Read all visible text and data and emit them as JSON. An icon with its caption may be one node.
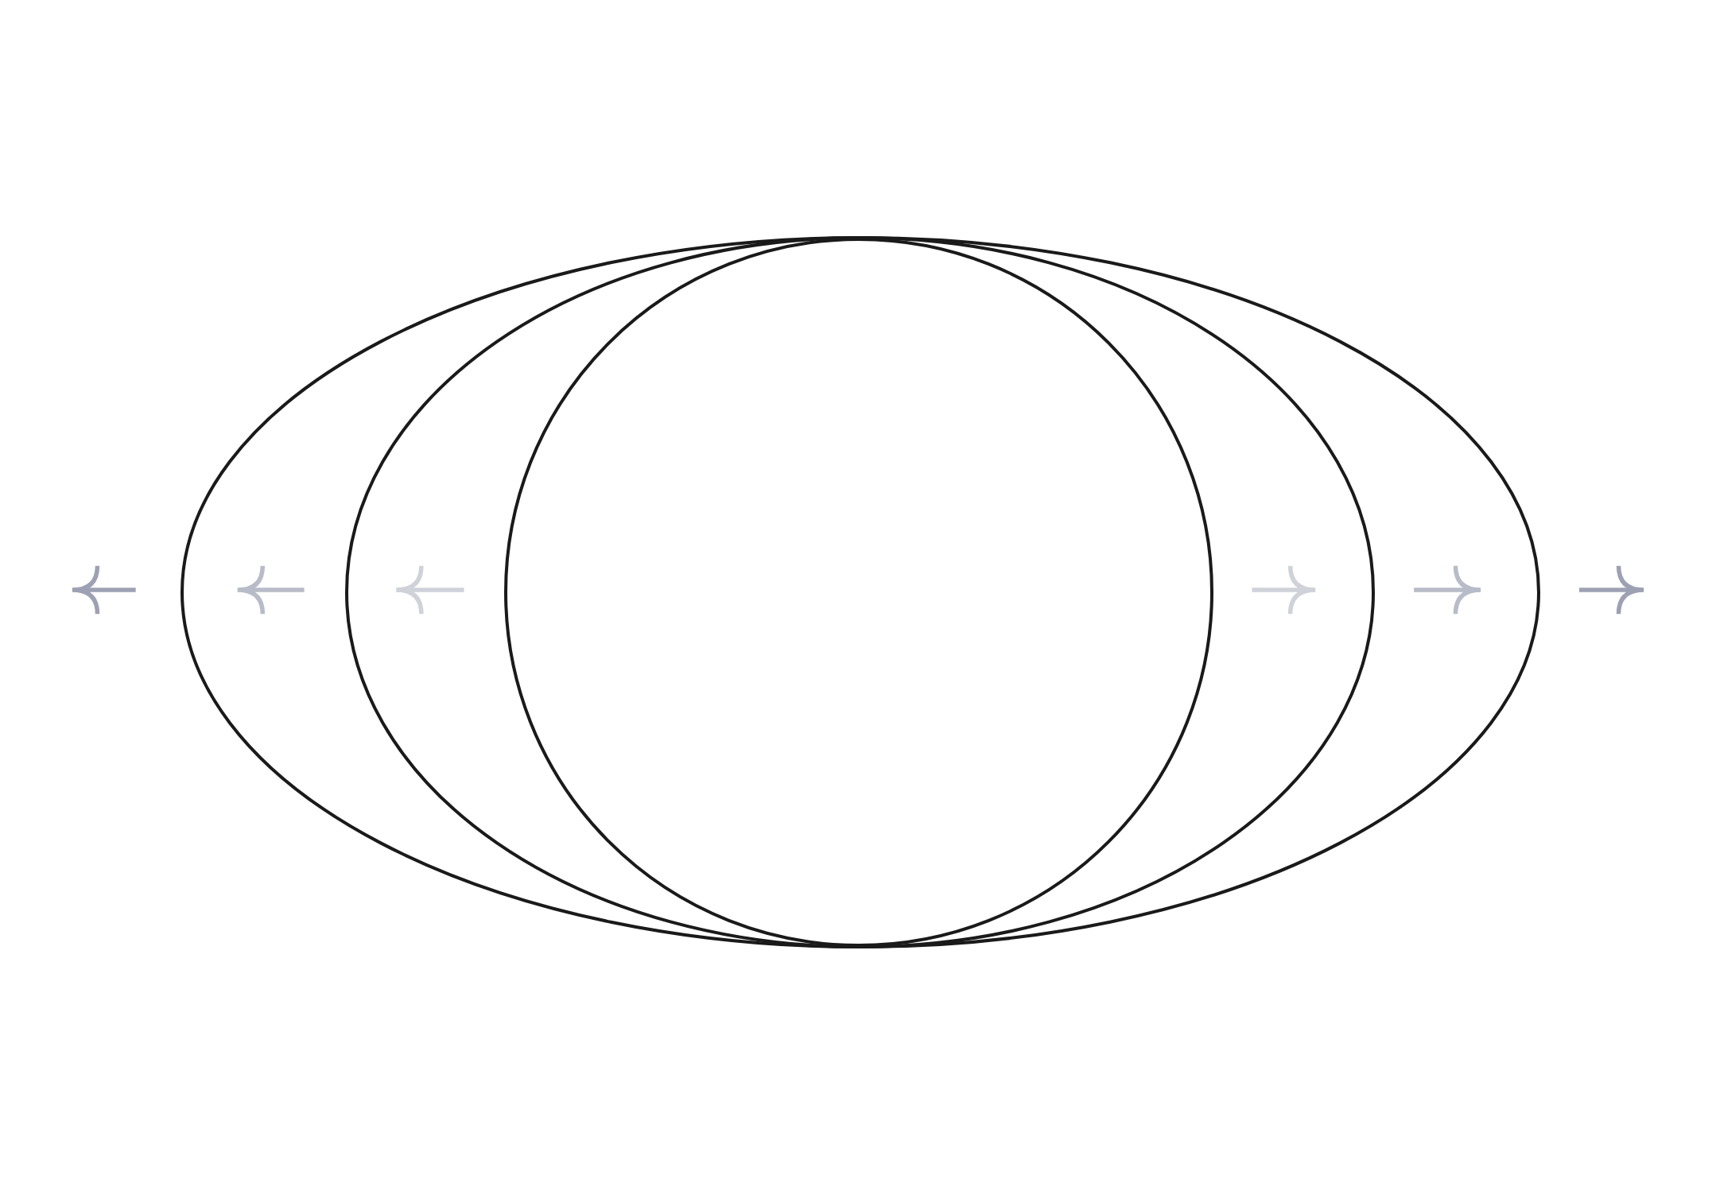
{
  "diagram": {
    "nodes": [
      {
        "text": [],
        "shape": "ellipse"
      },
      {
        "text": [],
        "shape": "ellipse",
        "in": 0
      },
      {
        "text": [],
        "shape": "circle",
        "in": 1
      }
    ]
  }
}
